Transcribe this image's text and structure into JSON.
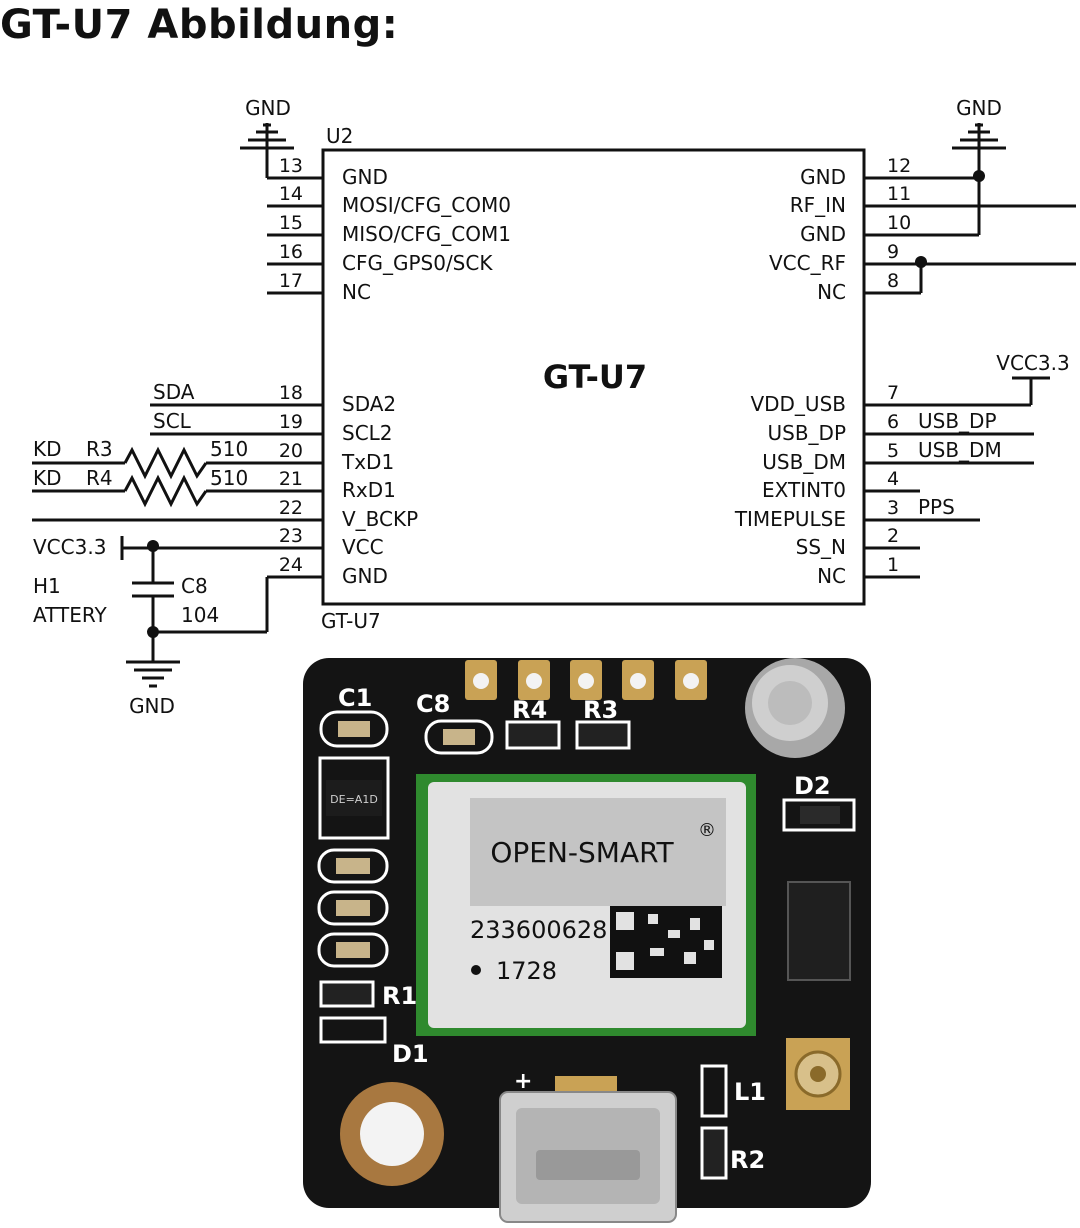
{
  "heading": "GT-U7 Abbildung:",
  "schematic": {
    "chip_title": "GT-U7",
    "ref_des": "U2",
    "part_label": "GT-U7",
    "left_pins": [
      {
        "num": "13",
        "name": "GND"
      },
      {
        "num": "14",
        "name": "MOSI/CFG_COM0"
      },
      {
        "num": "15",
        "name": "MISO/CFG_COM1"
      },
      {
        "num": "16",
        "name": "CFG_GPS0/SCK"
      },
      {
        "num": "17",
        "name": "NC"
      },
      {
        "num": "18",
        "name": "SDA2"
      },
      {
        "num": "19",
        "name": "SCL2"
      },
      {
        "num": "20",
        "name": "TxD1"
      },
      {
        "num": "21",
        "name": "RxD1"
      },
      {
        "num": "22",
        "name": "V_BCKP"
      },
      {
        "num": "23",
        "name": "VCC"
      },
      {
        "num": "24",
        "name": "GND"
      }
    ],
    "right_pins": [
      {
        "num": "12",
        "name": "GND"
      },
      {
        "num": "11",
        "name": "RF_IN"
      },
      {
        "num": "10",
        "name": "GND"
      },
      {
        "num": "9",
        "name": "VCC_RF"
      },
      {
        "num": "8",
        "name": "NC"
      },
      {
        "num": "7",
        "name": "VDD_USB"
      },
      {
        "num": "6",
        "name": "USB_DP"
      },
      {
        "num": "5",
        "name": "USB_DM"
      },
      {
        "num": "4",
        "name": "EXTINT0"
      },
      {
        "num": "3",
        "name": "TIMEPULSE"
      },
      {
        "num": "2",
        "name": "SS_N"
      },
      {
        "num": "1",
        "name": "NC"
      }
    ],
    "net_labels": {
      "gnd_top_left": "GND",
      "gnd_top_right": "GND",
      "gnd_bottom": "GND",
      "vcc_right": "VCC3.3",
      "vcc_left": "VCC3.3",
      "sda": "SDA",
      "scl": "SCL",
      "kd1": "KD",
      "kd2": "KD",
      "usb_dp": "USB_DP",
      "usb_dm": "USB_DM",
      "pps": "PPS"
    },
    "components": {
      "r3_name": "R3",
      "r3_value": "510",
      "r4_name": "R4",
      "r4_value": "510",
      "c8_name": "C8",
      "c8_value": "104",
      "h1_name": "H1",
      "battery_label": "ATTERY"
    }
  },
  "pcb": {
    "labels": {
      "c1": "C1",
      "c8": "C8",
      "r4": "R4",
      "r3": "R3",
      "d2": "D2",
      "r1": "R1",
      "d1": "D1",
      "l1": "L1",
      "r2": "R2",
      "plus": "+"
    },
    "module_brand": "OPEN-SMART",
    "module_registered": "®",
    "module_serial": "233600628",
    "module_code": "1728",
    "ic_marking": "DE=A1D"
  },
  "colors": {
    "board": "#141414",
    "gold": "#c9a255",
    "module_green": "#2f8a2e",
    "shield": "#d8d8d8",
    "label_gray": "#c4c4c4"
  }
}
